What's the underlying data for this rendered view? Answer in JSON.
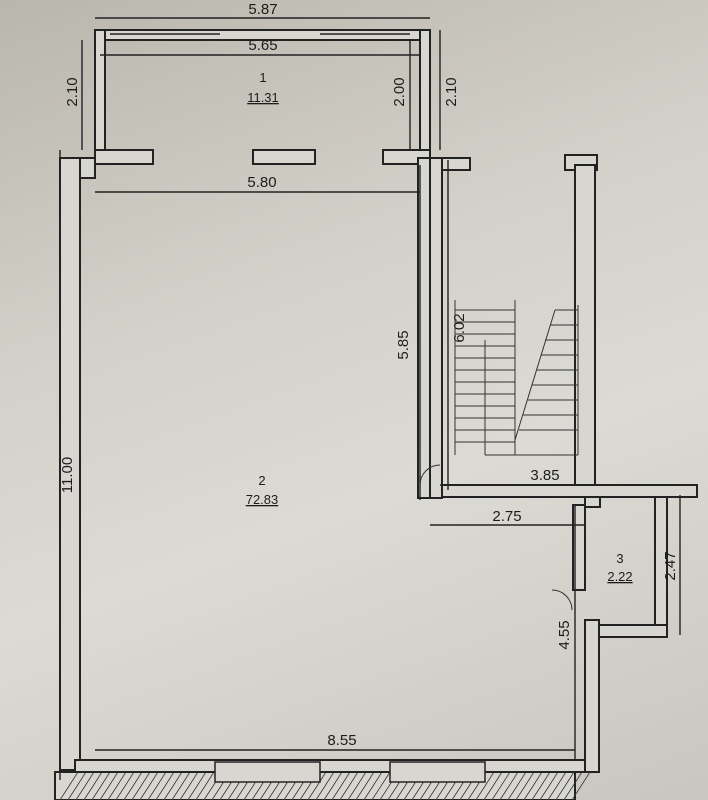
{
  "dimensions": {
    "top_outer": "5.87",
    "top_inner": "5.65",
    "left_top": "2.10",
    "right_top_inner": "2.00",
    "right_top_outer": "2.10",
    "hall_width": "5.80",
    "hall_right": "5.85",
    "stair_height": "6.02",
    "left_total": "11.00",
    "stair_width": "3.85",
    "corridor_width": "2.75",
    "small_room_height": "2.47",
    "lower_right": "4.55",
    "bottom": "8.55"
  },
  "rooms": [
    {
      "number": "1",
      "area": "11.31"
    },
    {
      "number": "2",
      "area": "72.83"
    },
    {
      "number": "3",
      "area": "2.22"
    }
  ]
}
